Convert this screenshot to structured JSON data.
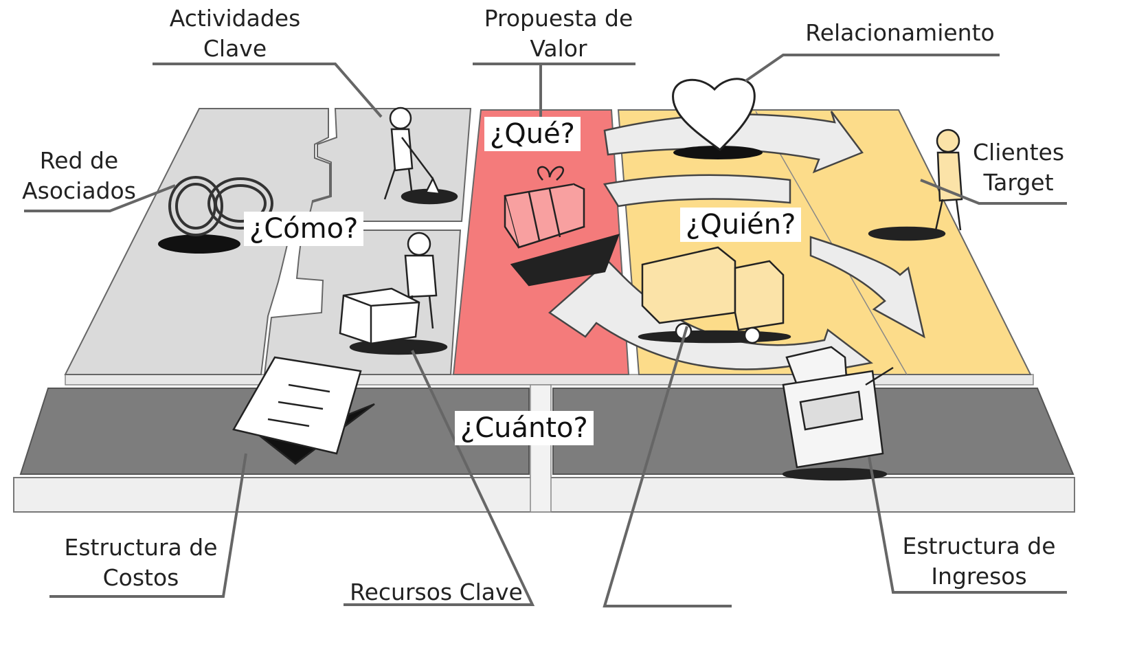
{
  "colors": {
    "gray_block": "#dadada",
    "dark_band": "#7d7d7d",
    "value_red": "#f47b7b",
    "customer_yellow": "#fcdc8a",
    "leader_line": "#666666"
  },
  "labels": {
    "actividades_clave": [
      "Actividades",
      "Clave"
    ],
    "propuesta_valor": [
      "Propuesta de",
      "Valor"
    ],
    "relacionamiento": "Relacionamiento",
    "red_asociados": [
      "Red de",
      "Asociados"
    ],
    "clientes_target": [
      "Clientes",
      "Target"
    ],
    "estructura_costos": [
      "Estructura de",
      "Costos"
    ],
    "recursos_clave": "Recursos Clave",
    "estructura_ingresos": [
      "Estructura de",
      "Ingresos"
    ]
  },
  "questions": {
    "que": "¿Qué?",
    "como": "¿Cómo?",
    "quien": "¿Quién?",
    "cuanto": "¿Cuánto?"
  },
  "icons": [
    "rings-icon",
    "digging-person-icon",
    "person-with-box-icon",
    "gift-box-icon",
    "heart-icon",
    "standing-person-icon",
    "delivery-truck-icon",
    "invoice-paper-icon",
    "cash-register-icon",
    "cycle-arrows-icon"
  ]
}
